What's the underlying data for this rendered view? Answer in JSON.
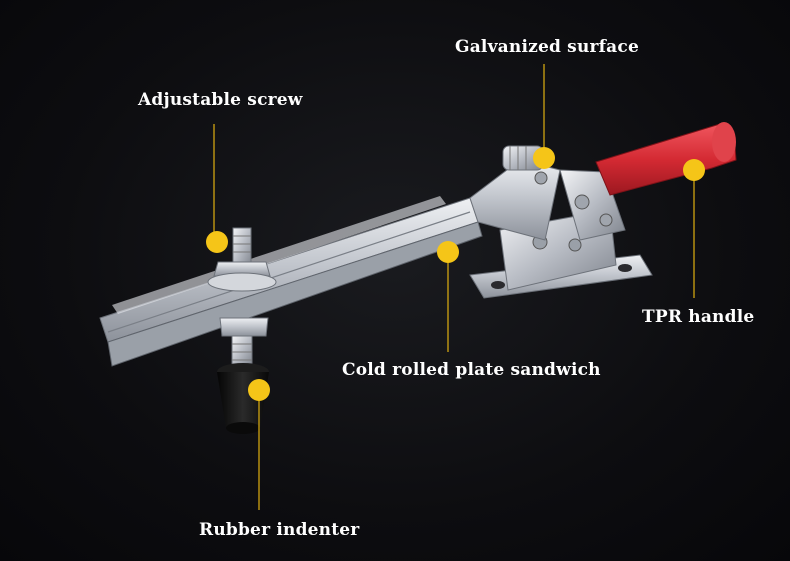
{
  "callouts": {
    "adjustable_screw": "Adjustable screw",
    "galvanized_surface": "Galvanized surface",
    "tpr_handle": "TPR handle",
    "cold_rolled_plate": "Cold rolled plate sandwich",
    "rubber_indenter": "Rubber indenter"
  },
  "colors": {
    "background": "#0b0b0d",
    "marker": "#f5c518",
    "leader_line": "#e0b010",
    "metal": "#c9ccd2",
    "handle": "#d42a33",
    "rubber": "#141414"
  }
}
